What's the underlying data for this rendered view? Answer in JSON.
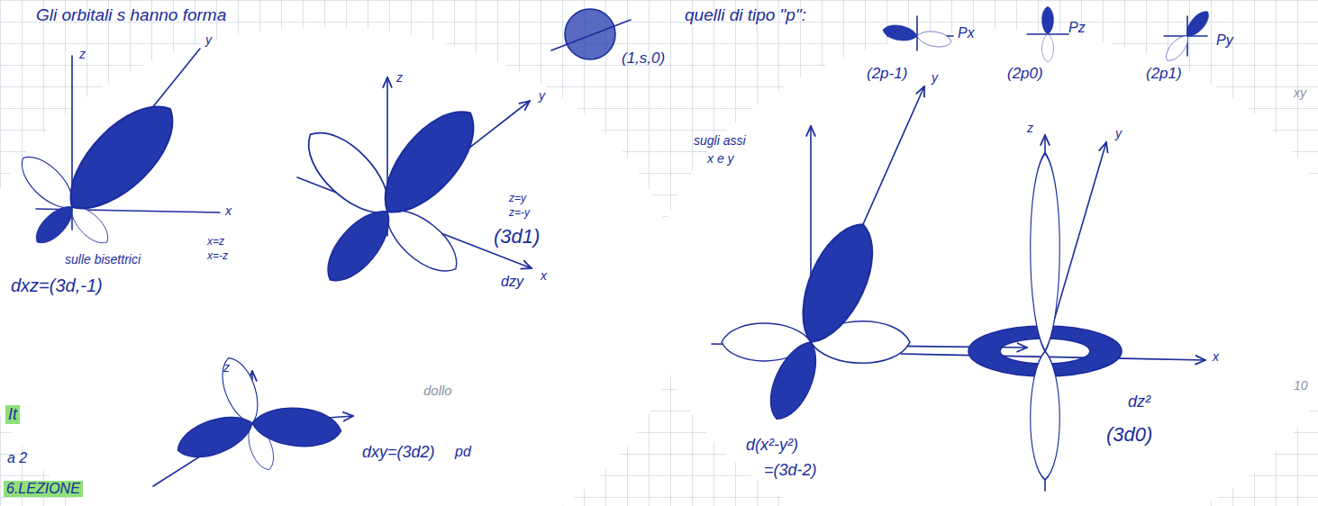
{
  "diagram": {
    "labels": [
      "Gli orbitali s hanno forma",
      "(1,s,0)",
      "quelli di tipo \"p\":",
      "Px",
      "(2p-1)",
      "Pz",
      "(2p0)",
      "Py",
      "(2p1)",
      "z",
      "y",
      "x",
      "sulle bisettrici",
      "x=z",
      "x=-z",
      "dxz=(3d,-1)",
      "z",
      "y",
      "x",
      "z=y",
      "z=-y",
      "(3d1)",
      "dzy",
      "z",
      "dxy=(3d2)",
      "pd",
      "sugli assi",
      "x e y",
      "d(x²-y²)",
      "=(3d-2)",
      "z",
      "y",
      "x",
      "dz²",
      "(3d0)",
      "It",
      "a 2",
      "6.LEZIONE",
      "dollo",
      "10",
      "xy",
      "y"
    ]
  }
}
